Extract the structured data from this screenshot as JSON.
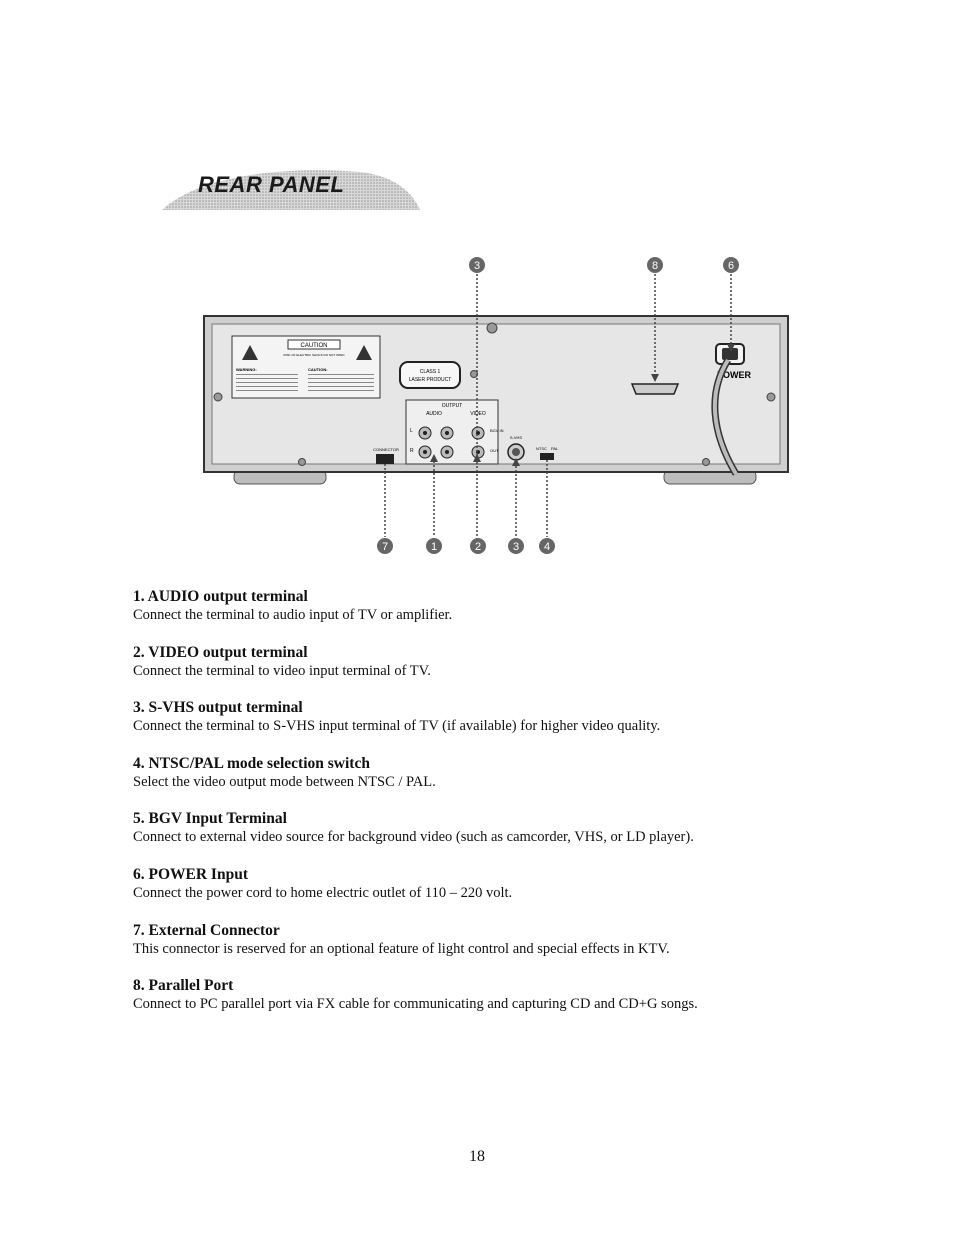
{
  "banner": {
    "title": "REAR PANEL"
  },
  "diagram": {
    "callouts_top": [
      "3",
      "8",
      "6"
    ],
    "callouts_bottom": [
      "7",
      "1",
      "2",
      "3",
      "4"
    ],
    "caution_title": "CAUTION",
    "caution_sub": "RISK OF ELECTRIC SHOCK DO NOT OPEN",
    "warning_label": "WARNING:",
    "caution_label": "CAUTION:",
    "laser_label_1": "CLASS 1",
    "laser_label_2": "LASER PRODUCT",
    "output_label": "OUTPUT",
    "audio_label": "AUDIO",
    "video_label": "VIDEO",
    "left_label": "L",
    "right_label": "R",
    "bgv_in_label": "BGV IN",
    "out_label": "OUT",
    "svhs_label": "S-VHS",
    "ntsc_label": "NTSC",
    "pal_label": "PAL",
    "connector_label": "CONNECTOR",
    "power_label": "POWER"
  },
  "items": [
    {
      "title": "1. AUDIO output terminal",
      "desc": "Connect the terminal to audio input of TV or amplifier."
    },
    {
      "title": "2. VIDEO output terminal",
      "desc": "Connect the terminal to video input terminal of TV."
    },
    {
      "title": "3. S-VHS output terminal",
      "desc": "Connect the terminal to S-VHS input terminal of TV (if available) for higher video quality."
    },
    {
      "title": "4. NTSC/PAL mode selection switch",
      "desc": "Select the video output mode between NTSC / PAL."
    },
    {
      "title": "5. BGV Input Terminal",
      "desc": "Connect to external video source for background video (such as camcorder, VHS, or LD player)."
    },
    {
      "title": "6. POWER Input",
      "desc": "Connect the power cord to home electric outlet of 110 – 220 volt."
    },
    {
      "title": "7. External Connector",
      "desc": "This connector is reserved for an optional feature of light control and special effects in KTV."
    },
    {
      "title": "8. Parallel Port",
      "desc": "Connect to PC parallel port via FX cable for communicating and capturing CD and CD+G songs."
    }
  ],
  "page_number": "18"
}
